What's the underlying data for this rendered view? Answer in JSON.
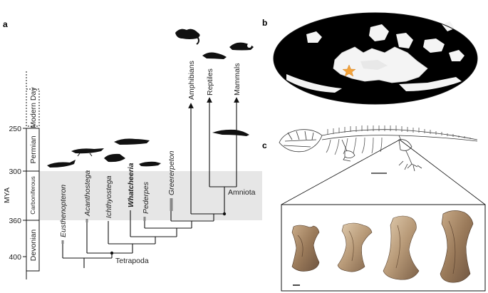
{
  "panels": {
    "a": "a",
    "b": "b",
    "c": "c"
  },
  "axis": {
    "label": "MYA",
    "ticks": [
      "250",
      "300",
      "360",
      "400"
    ]
  },
  "periods": [
    "Modern Day",
    "Permian",
    "Carboniferous",
    "Devonian"
  ],
  "taxa": [
    "Eusthenopteron",
    "Acanthostega",
    "Ichthyostega",
    "Whatcheeria",
    "Pederpes",
    "Greererpeton"
  ],
  "crown_groups": [
    "Amphibians",
    "Reptiles",
    "Mammals"
  ],
  "clades": [
    "Tetrapoda",
    "Amniota"
  ],
  "map": {
    "star_color": "#f2a23a"
  }
}
